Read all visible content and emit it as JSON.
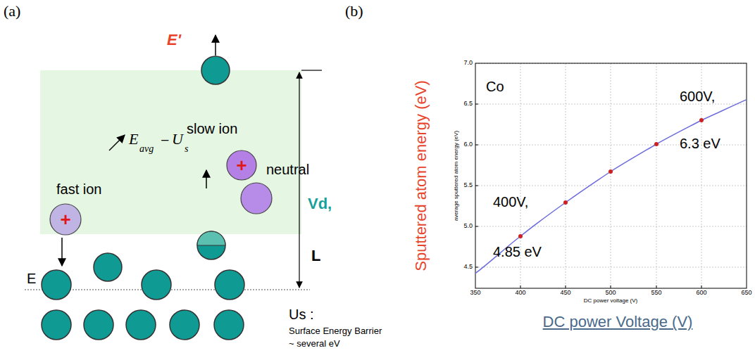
{
  "diagram": {
    "nodes": [
      {
        "text": [
          "+"
        ]
      },
      {
        "text": [
          "+"
        ]
      }
    ],
    "labels": [
      "(a)",
      "(b)",
      "E'",
      "slow ion",
      "neutral",
      "fast ion",
      "E",
      "avg",
      "−",
      "U",
      "s",
      "Vd,",
      "L",
      "E",
      "Us :",
      "Surface Energy Barrier",
      "~ several eV",
      "Co",
      "600V,",
      "6.3 eV",
      "400V,",
      "4.85 eV",
      "7.0",
      "6.5",
      "6.0",
      "5.5",
      "5.0",
      "4.5",
      "350",
      "400",
      "450",
      "500",
      "550",
      "600",
      "650",
      "average sputtered atom energy (eV)",
      "DC power voltage (V)",
      "Sputtered atom energy (eV)",
      "DC power Voltage (V)"
    ]
  }
}
